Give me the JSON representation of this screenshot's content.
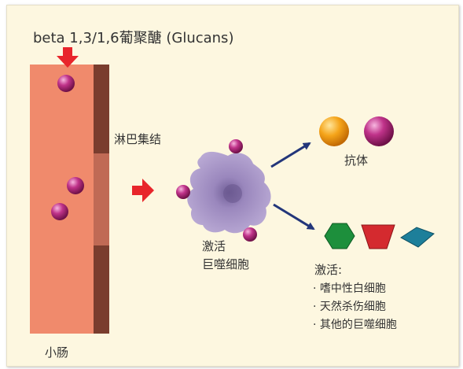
{
  "title": "beta 1,3/1,6葡聚醣 (Glucans)",
  "lymph_label": "淋巴集结",
  "antibody_label": "抗体",
  "macrophage_label": [
    "激活",
    "巨噬细胞"
  ],
  "activate_label": "激活:",
  "activated_cells": [
    "· 嗜中性白细胞",
    "· 天然杀伤细胞",
    "· 其他的巨噬细胞"
  ],
  "intestine_label": "小肠",
  "colors": {
    "background": "#fdf7e0",
    "intestine": "#f08a6c",
    "lymph_dark": "#7a3d2e",
    "lymph_light": "#c06a55",
    "glucan_particle": "#b0287a",
    "red_arrow": "#e8252b",
    "navy_arrow": "#23367a",
    "macrophage": "#a894c4",
    "antibody_orange": "#f3a014",
    "hexagon_green": "#1d8f3c",
    "trapezoid_red": "#d42a2f",
    "diamond_teal": "#1d7f9a"
  }
}
